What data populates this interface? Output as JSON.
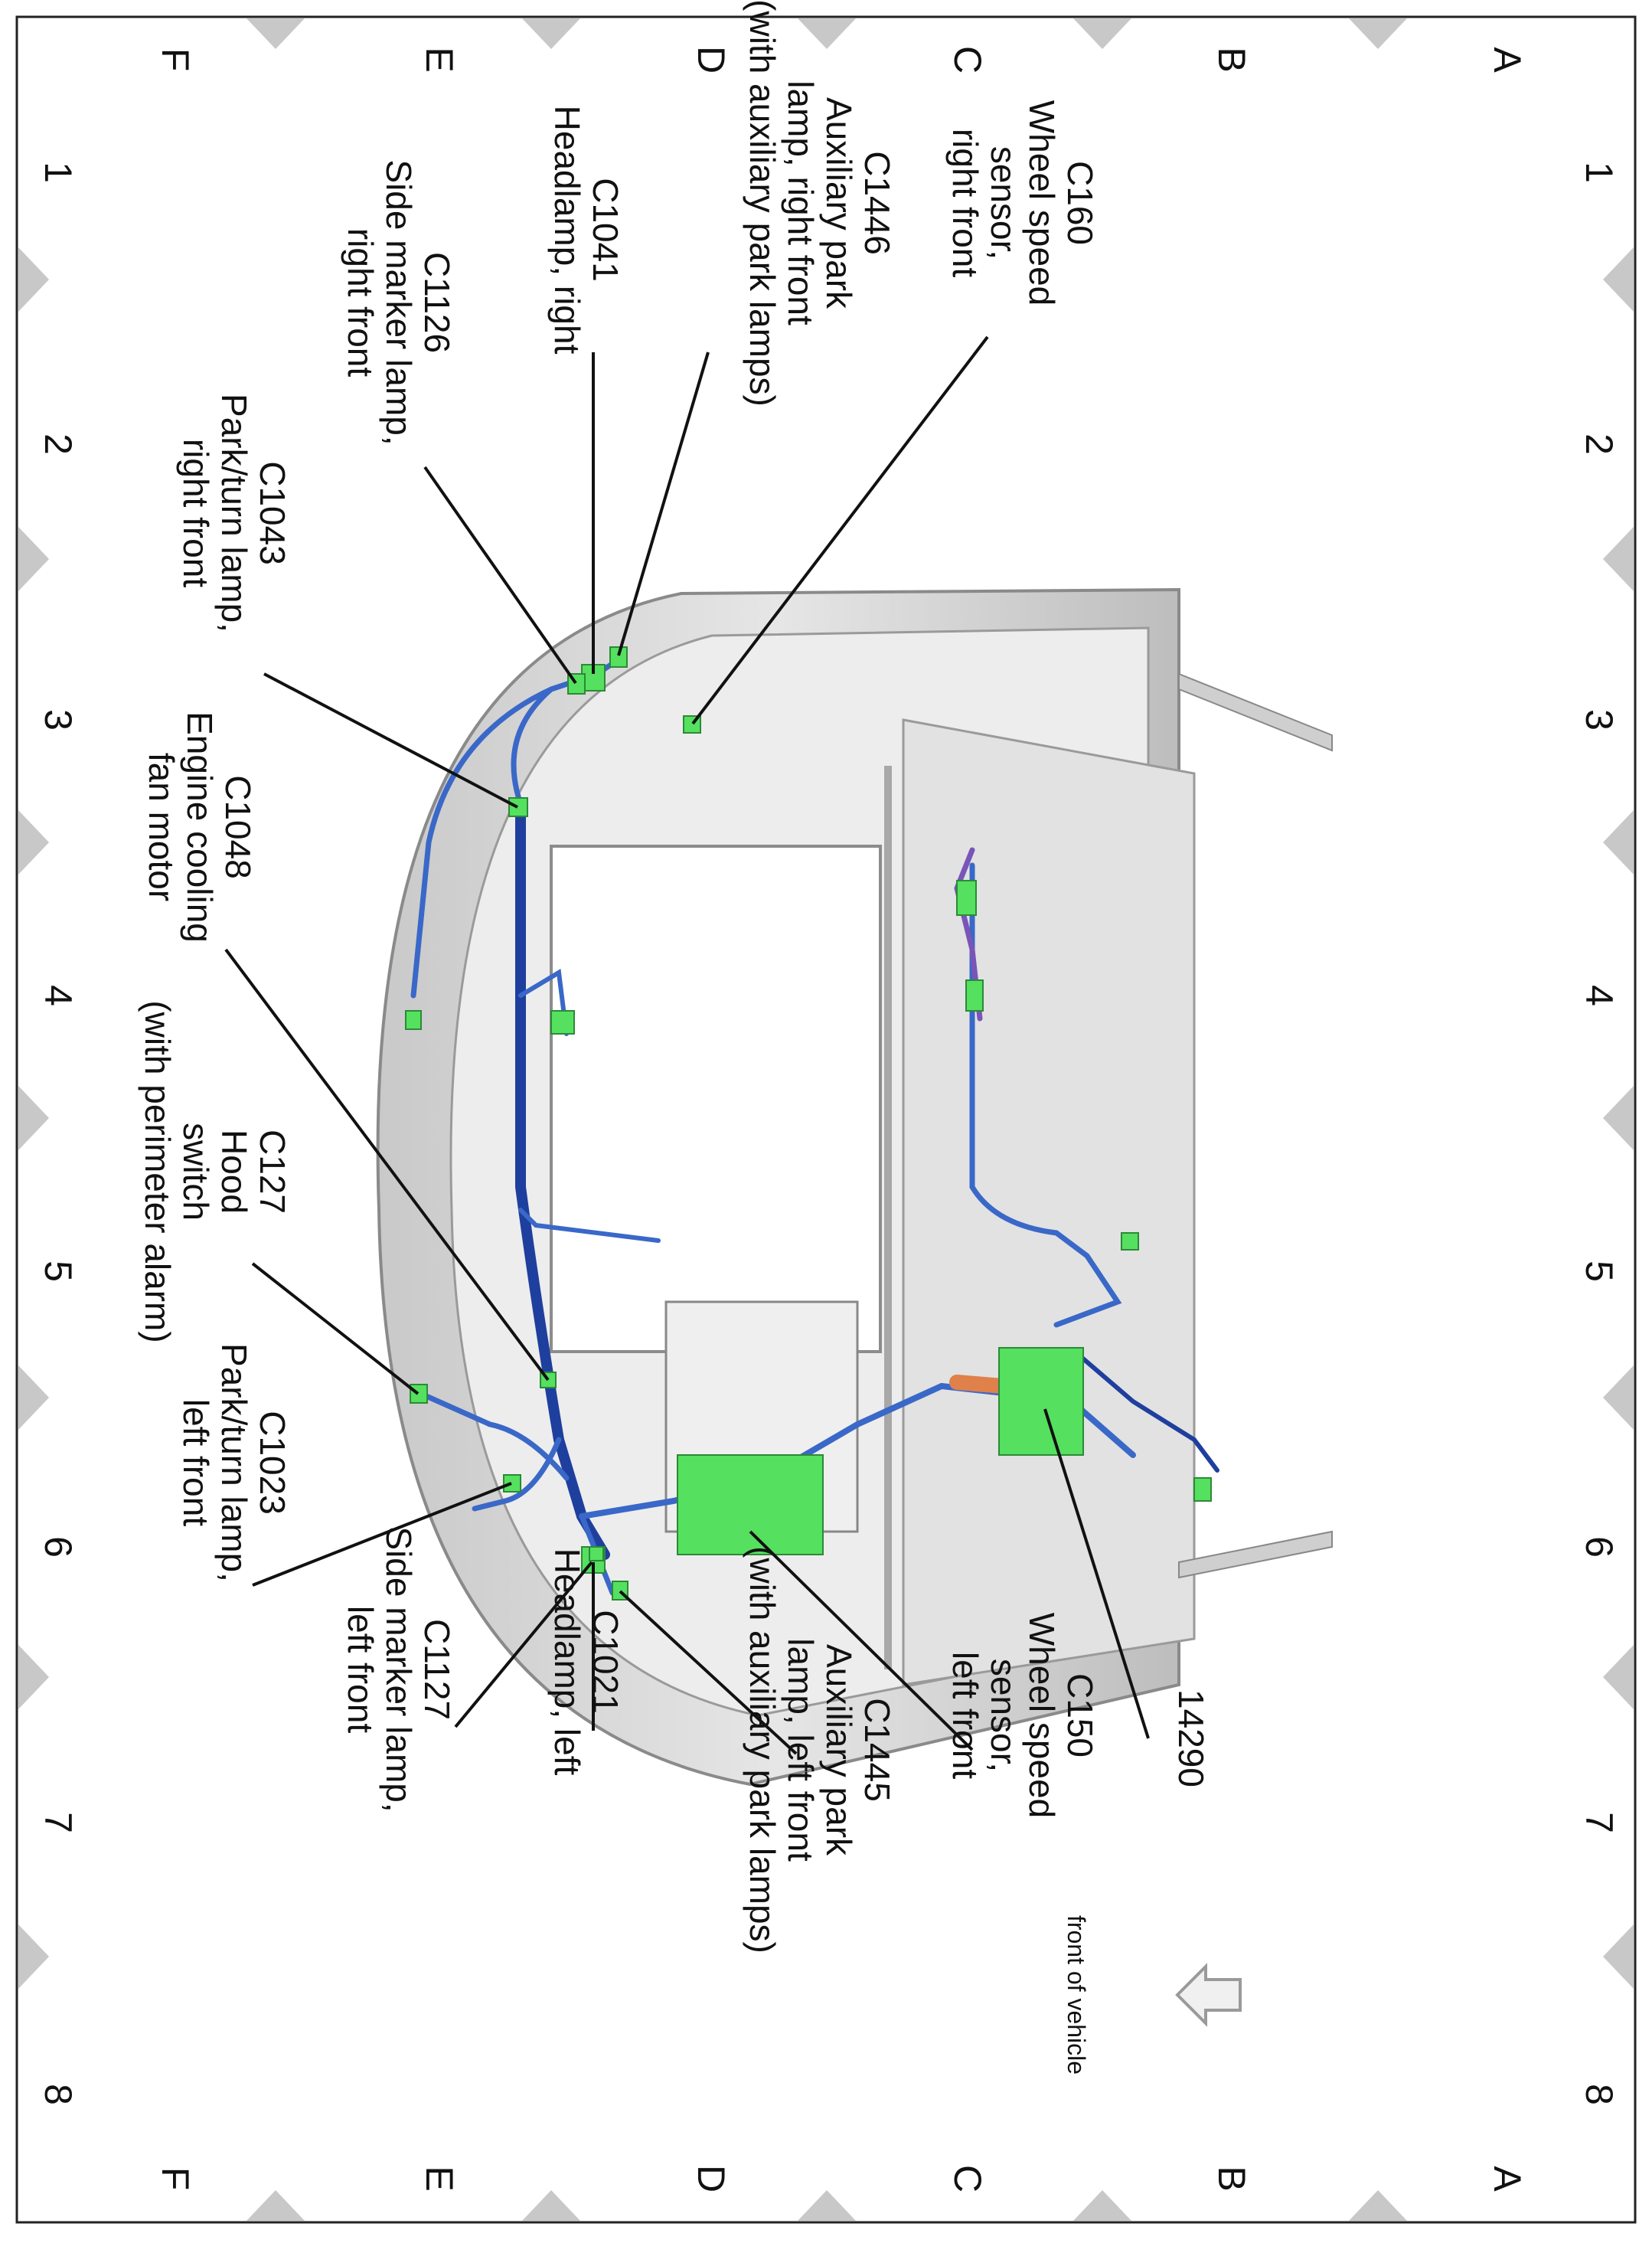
{
  "grid": {
    "columns": [
      "1",
      "2",
      "3",
      "4",
      "5",
      "6",
      "7",
      "8"
    ],
    "rows": [
      "A",
      "B",
      "C",
      "D",
      "E",
      "F"
    ]
  },
  "front_indicator": {
    "label": "front of vehicle",
    "icon": "arrow-left-icon"
  },
  "callouts": [
    {
      "id": "c160",
      "title": "C160",
      "lines": [
        "Wheel speed",
        "sensor,",
        "right front"
      ]
    },
    {
      "id": "c1446",
      "title": "C1446",
      "lines": [
        "Auxiliary park",
        "lamp, right front",
        "(with auxiliary park lamps)"
      ]
    },
    {
      "id": "c1041",
      "title": "C1041",
      "lines": [
        "Headlamp, right"
      ]
    },
    {
      "id": "c1126",
      "title": "C1126",
      "lines": [
        "Side marker lamp,",
        "right front"
      ]
    },
    {
      "id": "c1043",
      "title": "C1043",
      "lines": [
        "Park/turn lamp,",
        "right front"
      ]
    },
    {
      "id": "c1048",
      "title": "C1048",
      "lines": [
        "Engine cooling",
        "fan motor"
      ]
    },
    {
      "id": "c127",
      "title": "C127",
      "lines": [
        "Hood",
        "switch",
        "(with perimeter alarm)"
      ]
    },
    {
      "id": "c1023",
      "title": "C1023",
      "lines": [
        "Park/turn lamp,",
        "left front"
      ]
    },
    {
      "id": "c1127",
      "title": "C1127",
      "lines": [
        "Side marker lamp,",
        "left front"
      ]
    },
    {
      "id": "c1021",
      "title": "C1021",
      "lines": [
        "Headlamp, left"
      ]
    },
    {
      "id": "c1445",
      "title": "C1445",
      "lines": [
        "Auxiliary park",
        "lamp, left front",
        "(with auxiliary park lamps)"
      ]
    },
    {
      "id": "c150",
      "title": "C150",
      "lines": [
        "Wheel speed",
        "sensor,",
        "left front"
      ]
    },
    {
      "id": "n14290",
      "title": "14290",
      "lines": []
    }
  ],
  "colors": {
    "connector": "#55e060",
    "harness": "#3a68c8",
    "harness_main": "#1f3f9e",
    "harness_alt": "#7a55b8",
    "ground_strap": "#e0804a",
    "body_panel": "#d4d4d4",
    "marker_triangle": "#c8c8c8"
  }
}
